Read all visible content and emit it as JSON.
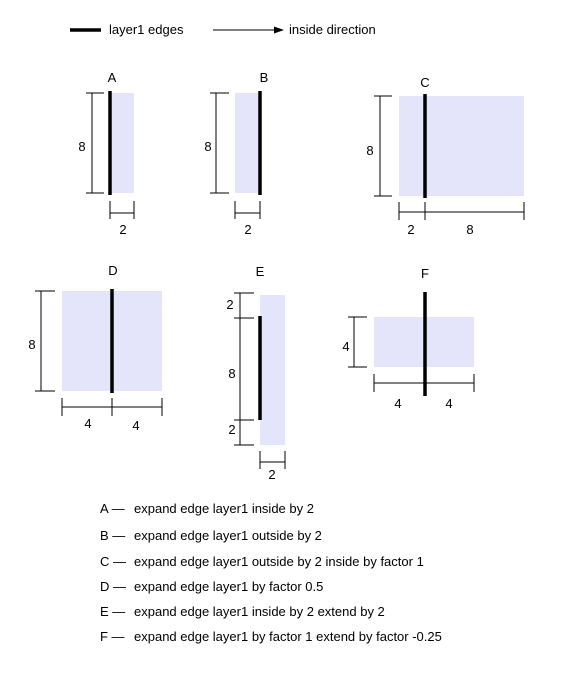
{
  "legend": {
    "edges_label": "layer1 edges",
    "direction_label": "inside direction"
  },
  "panels": {
    "A": {
      "title": "A",
      "h": "8",
      "w": "2"
    },
    "B": {
      "title": "B",
      "h": "8",
      "w": "2"
    },
    "C": {
      "title": "C",
      "h": "8",
      "w1": "2",
      "w2": "8"
    },
    "D": {
      "title": "D",
      "h": "8",
      "w1": "4",
      "w2": "4"
    },
    "E": {
      "title": "E",
      "h_top": "2",
      "h_mid": "8",
      "h_bot": "2",
      "w": "2"
    },
    "F": {
      "title": "F",
      "h": "4",
      "w1": "4",
      "w2": "4"
    }
  },
  "captions": [
    {
      "letter": "A —",
      "text": "expand edge layer1 inside by 2"
    },
    {
      "letter": "B —",
      "text": "expand edge layer1 outside by 2"
    },
    {
      "letter": "C —",
      "text": "expand edge layer1 outside by 2 inside by factor 1"
    },
    {
      "letter": "D —",
      "text": "expand edge layer1 by factor 0.5"
    },
    {
      "letter": "E —",
      "text": "expand edge layer1 inside by 2 extend by 2"
    },
    {
      "letter": "F —",
      "text": "expand edge layer1 by factor 1 extend by factor -0.25"
    }
  ]
}
